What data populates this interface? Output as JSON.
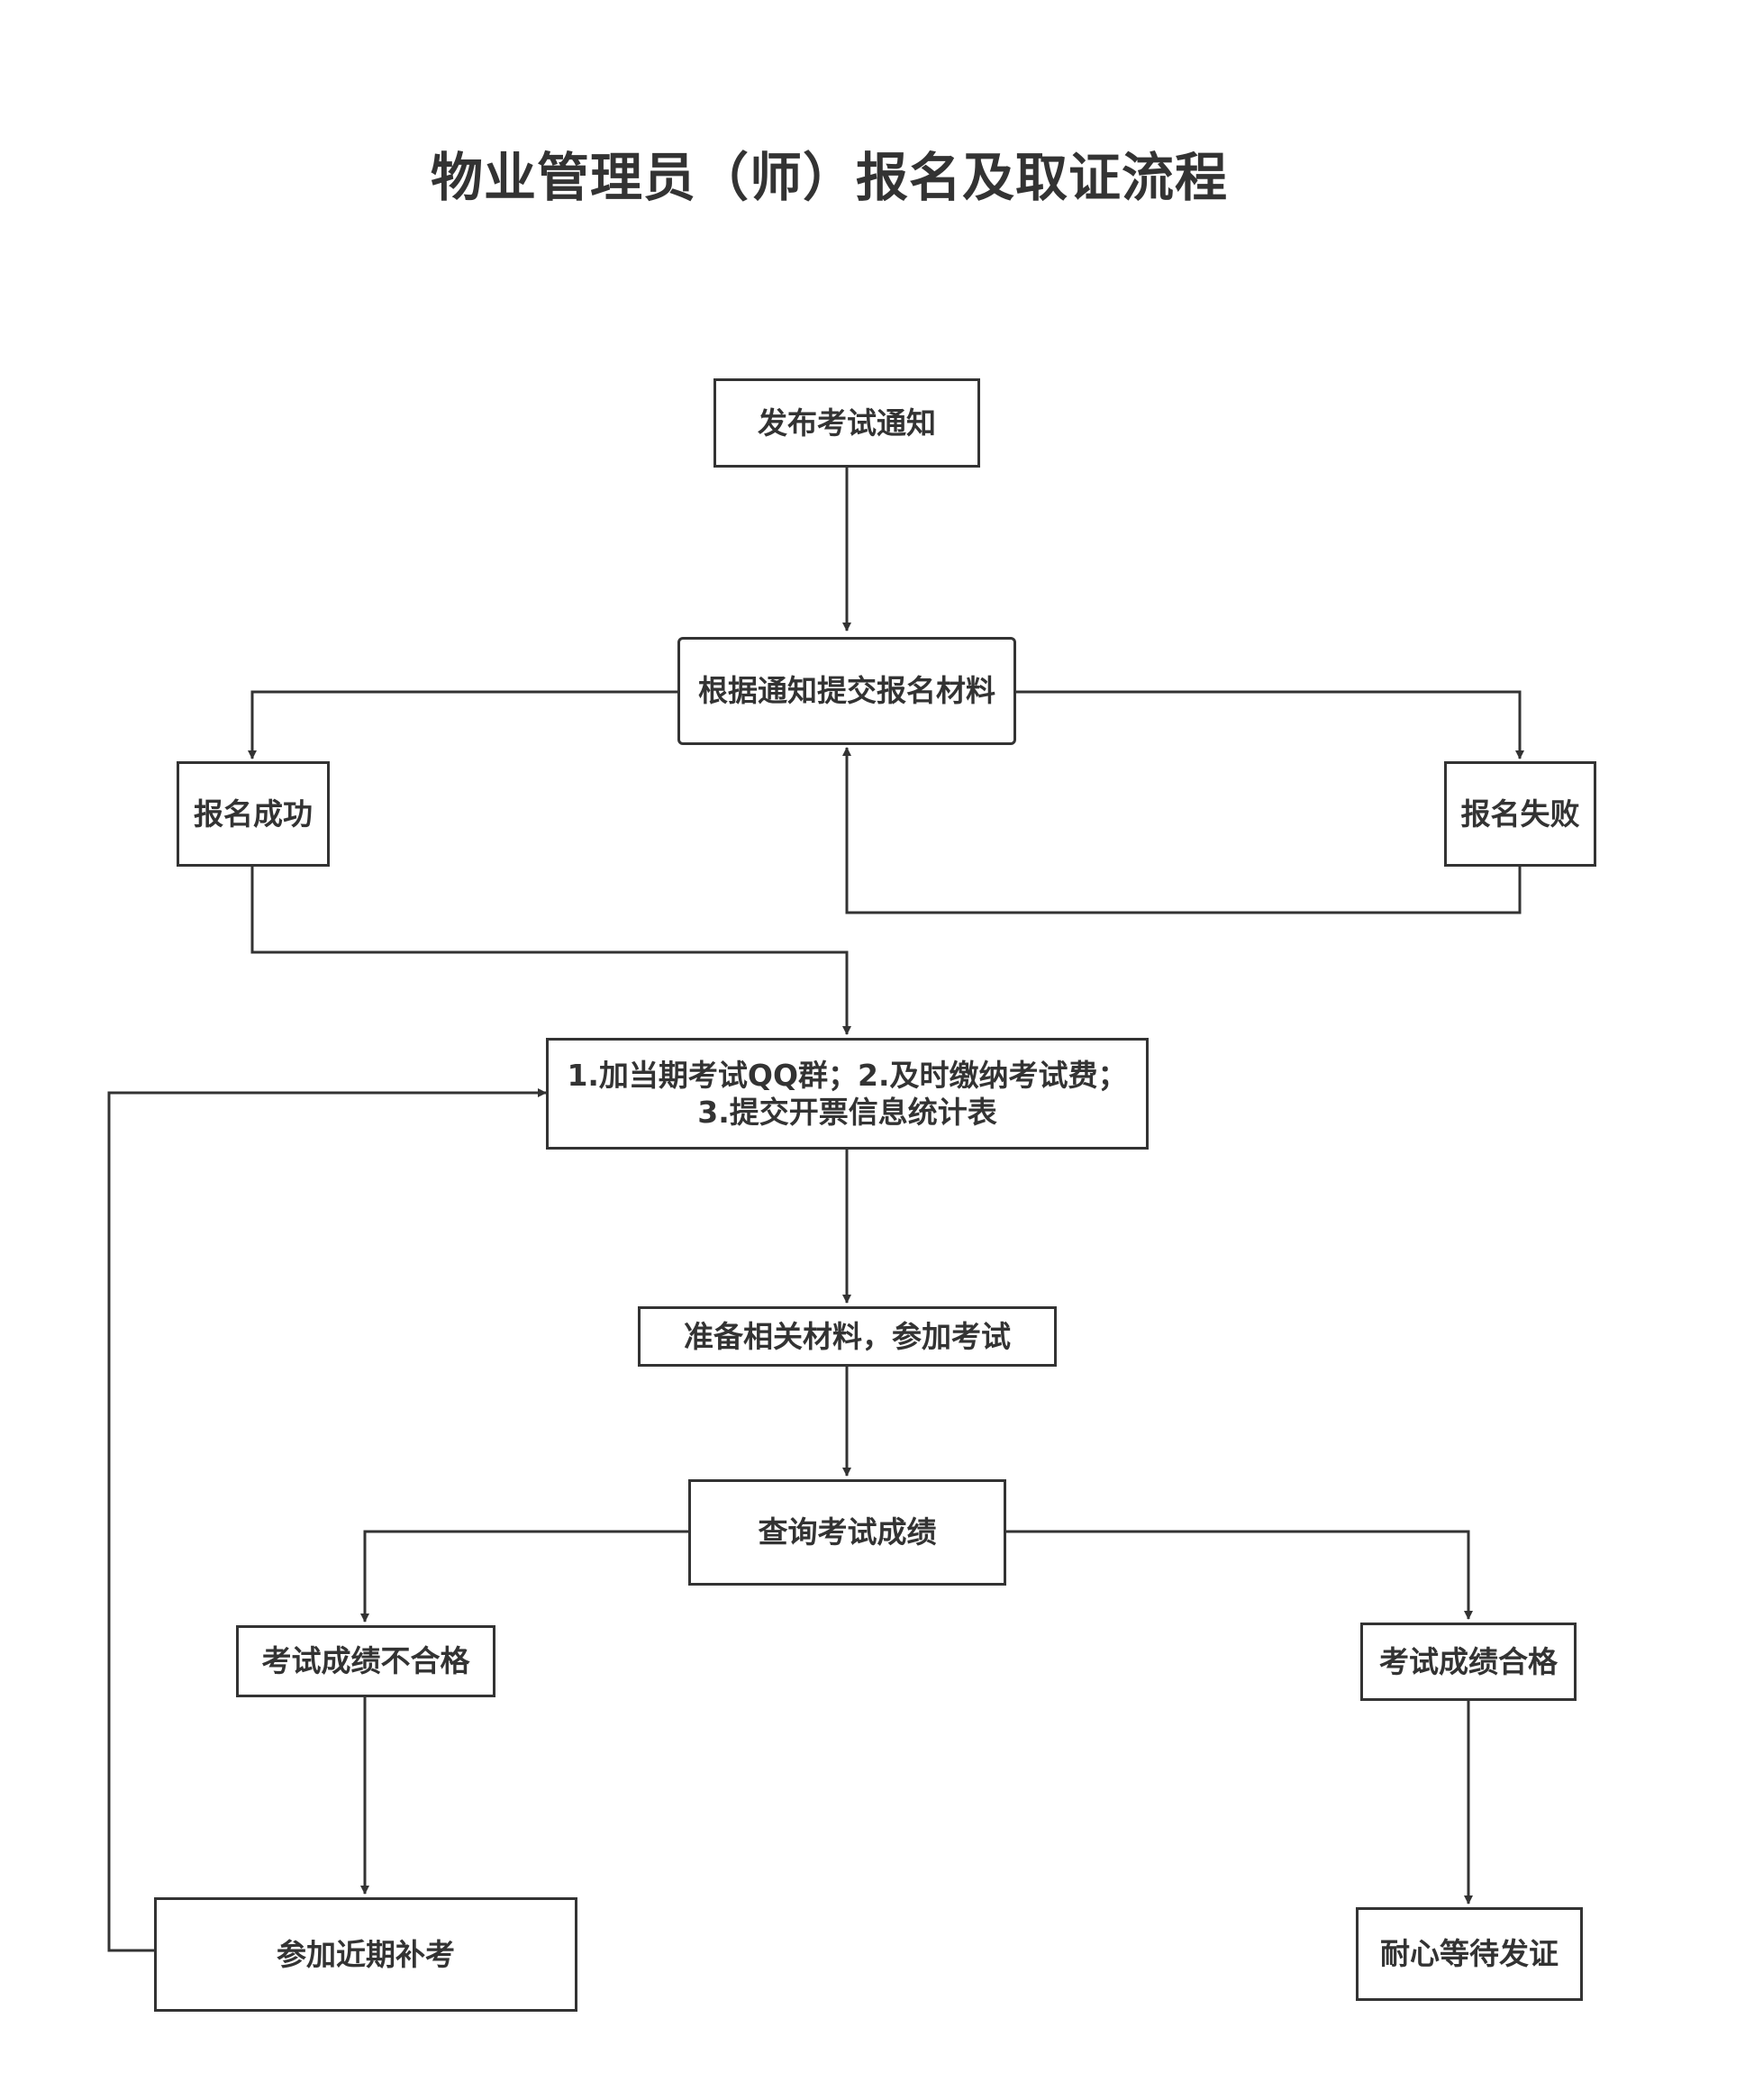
{
  "title": "物业管理员（师）报名及取证流程",
  "nodes": {
    "publish_notice": "发布考试通知",
    "submit_materials": "根据通知提交报名材料",
    "register_success": "报名成功",
    "register_fail": "报名失败",
    "join_steps": {
      "line1": "1.加当期考试QQ群；2.及时缴纳考试费；",
      "line2": "3.提交开票信息统计表"
    },
    "prepare_exam": "准备相关材料，参加考试",
    "query_score": "查询考试成绩",
    "score_fail": "考试成绩不合格",
    "score_pass": "考试成绩合格",
    "retake_exam": "参加近期补考",
    "wait_certificate": "耐心等待发证"
  },
  "colors": {
    "line": "#333333",
    "text": "#333333",
    "background": "#ffffff"
  }
}
